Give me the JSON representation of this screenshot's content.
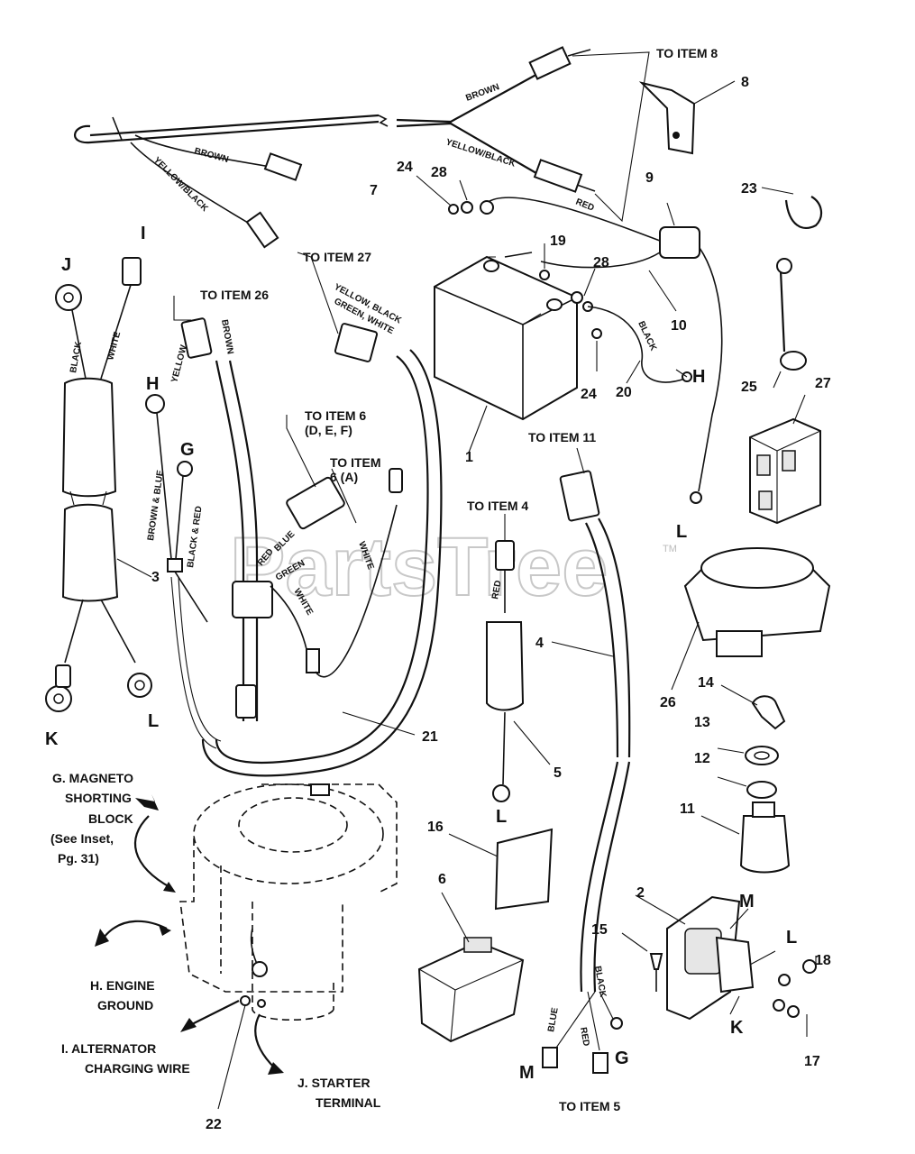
{
  "watermark": "PartsTree",
  "trademark": "TM",
  "notes": {
    "to_item_8": "TO ITEM 8",
    "to_item_27": "TO ITEM 27",
    "to_item_26": "TO ITEM 26",
    "to_item_6_def_1": "TO ITEM 6",
    "to_item_6_def_2": "(D, E, F)",
    "to_item_6_a_1": "TO ITEM",
    "to_item_6_a_2": "6 (A)",
    "to_item_11": "TO ITEM 11",
    "to_item_4": "TO ITEM 4",
    "to_item_5": "TO ITEM 5"
  },
  "callouts": {
    "g_1": "G. MAGNETO",
    "g_2": "SHORTING",
    "g_3": "BLOCK",
    "g_4": "(See Inset,",
    "g_5": "Pg. 31)",
    "h_1": "H. ENGINE",
    "h_2": "GROUND",
    "i_1": "I. ALTERNATOR",
    "i_2": "CHARGING WIRE",
    "j_1": "J. STARTER",
    "j_2": "TERMINAL"
  },
  "wire_colors": {
    "brown_top": "BROWN",
    "yellow_black_top": "YELLOW/BLACK",
    "red_top": "RED",
    "brown_left": "BROWN",
    "yellow_black_left": "YELLOW/BLACK",
    "black_j": "BLACK",
    "white_i": "WHITE",
    "yellow": "YELLOW",
    "brown_connector": "BROWN",
    "harness_1": "YELLOW, BLACK",
    "harness_2": "GREEN, WHITE",
    "brown_blue": "BROWN & BLUE",
    "black_red": "BLACK & RED",
    "red_h": "RED",
    "blue_h": "BLUE",
    "green_h": "GREEN",
    "white_h": "WHITE",
    "white_h2": "WHITE",
    "black_20": "BLACK",
    "red_5": "RED",
    "blue_m": "BLUE",
    "red_m": "RED",
    "black_m": "BLACK"
  },
  "part_numbers": {
    "p1": "1",
    "p2": "2",
    "p3": "3",
    "p4": "4",
    "p5": "5",
    "p6": "6",
    "p7": "7",
    "p8": "8",
    "p9": "9",
    "p10": "10",
    "p11": "11",
    "p12": "12",
    "p13": "13",
    "p14": "14",
    "p15": "15",
    "p16": "16",
    "p17": "17",
    "p18": "18",
    "p19": "19",
    "p20": "20",
    "p21": "21",
    "p22": "22",
    "p23": "23",
    "p24a": "24",
    "p24b": "24",
    "p25": "25",
    "p26": "26",
    "p27": "27",
    "p28a": "28",
    "p28b": "28"
  },
  "terminal_letters": {
    "J": "J",
    "I": "I",
    "H": "H",
    "G": "G",
    "K": "K",
    "L": "L",
    "H2": "H",
    "L2": "L",
    "L3": "L",
    "M": "M",
    "L4": "L",
    "K2": "K",
    "G2": "G",
    "M2": "M"
  }
}
